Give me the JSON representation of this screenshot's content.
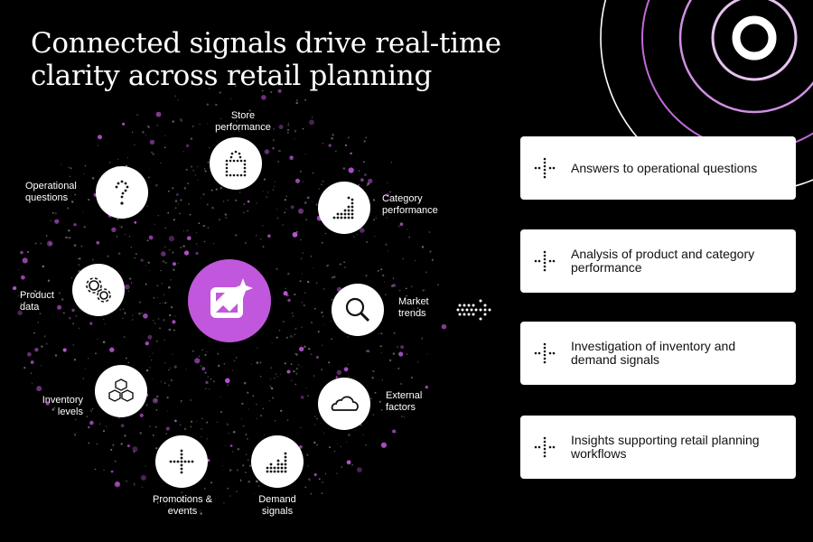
{
  "title": "Connected signals drive real-time clarity across retail planning",
  "colors": {
    "background": "#000000",
    "accent": "#c157dc",
    "node_fill": "#ffffff"
  },
  "hub": {
    "icon": "ai-sparkle-icon"
  },
  "nodes": [
    {
      "id": "store-performance",
      "label": "Store\nperformance",
      "icon": "shopping-bag-icon"
    },
    {
      "id": "category-performance",
      "label": "Category\nperformance",
      "icon": "bar-steps-icon"
    },
    {
      "id": "market-trends",
      "label": "Market\ntrends",
      "icon": "magnifier-icon"
    },
    {
      "id": "external-factors",
      "label": "External\nfactors",
      "icon": "cloud-icon"
    },
    {
      "id": "demand-signals",
      "label": "Demand\nsignals",
      "icon": "bar-chart-icon"
    },
    {
      "id": "promotions-events",
      "label": "Promotions &\nevents",
      "icon": "plus-icon"
    },
    {
      "id": "inventory-levels",
      "label": "Inventory\nlevels",
      "icon": "cubes-icon"
    },
    {
      "id": "product-data",
      "label": "Product\ndata",
      "icon": "gears-icon"
    },
    {
      "id": "operational-questions",
      "label": "Operational\nquestions",
      "icon": "question-icon"
    }
  ],
  "outputs": [
    {
      "text": "Answers to operational questions",
      "icon": "plus-dots-icon"
    },
    {
      "text": "Analysis of product and category performance",
      "icon": "plus-dots-icon"
    },
    {
      "text": "Investigation of inventory and demand signals",
      "icon": "plus-dots-icon"
    },
    {
      "text": "Insights supporting retail planning workflows",
      "icon": "plus-dots-icon"
    }
  ],
  "flow_arrow": {
    "icon": "dotted-arrow-icon"
  }
}
